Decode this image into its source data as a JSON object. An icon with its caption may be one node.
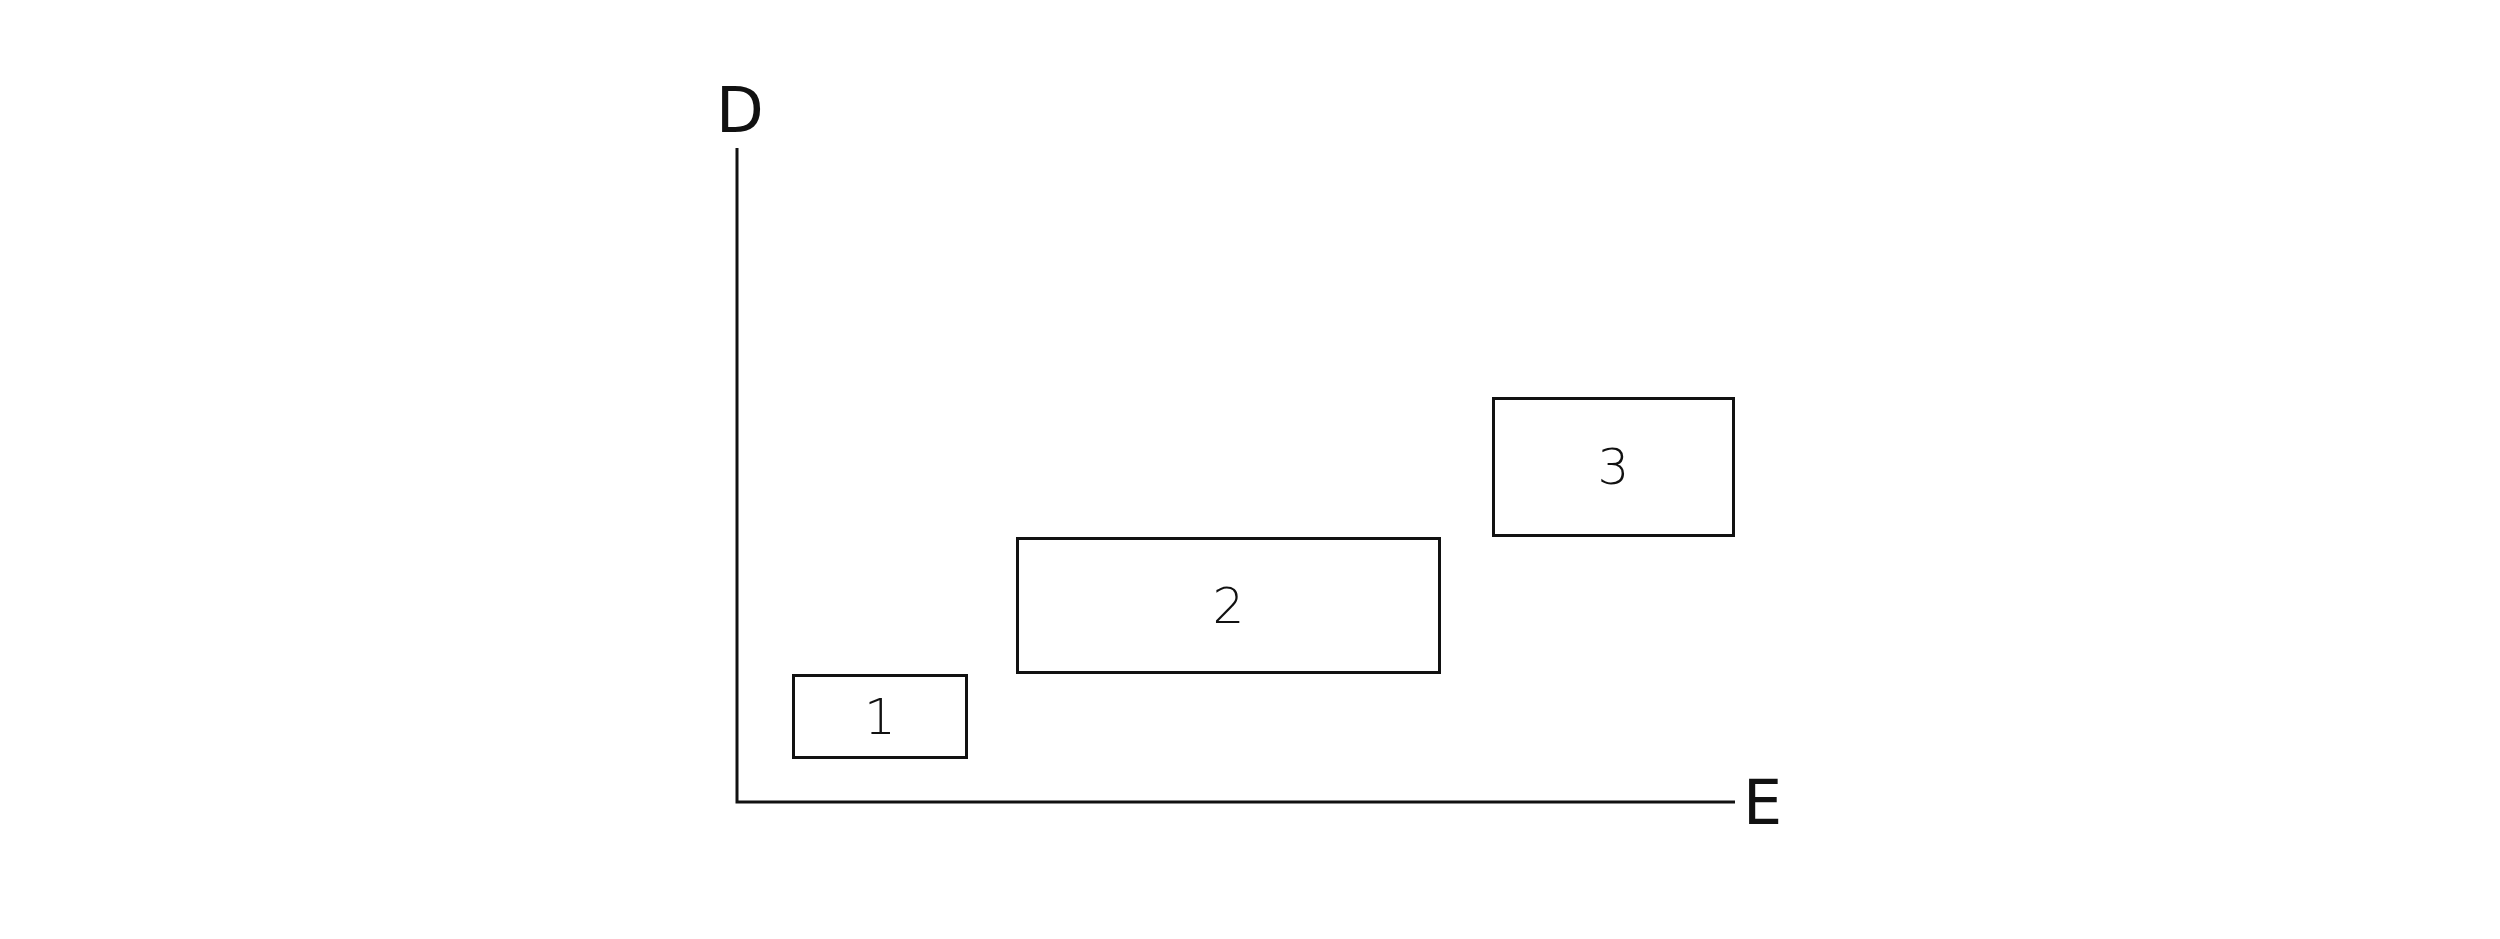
{
  "diagram": {
    "nodes": [
      {
        "text": [
          "1"
        ]
      },
      {
        "text": [
          "2"
        ]
      },
      {
        "text": [
          "3"
        ]
      }
    ],
    "labels": [
      "D",
      "E"
    ]
  }
}
